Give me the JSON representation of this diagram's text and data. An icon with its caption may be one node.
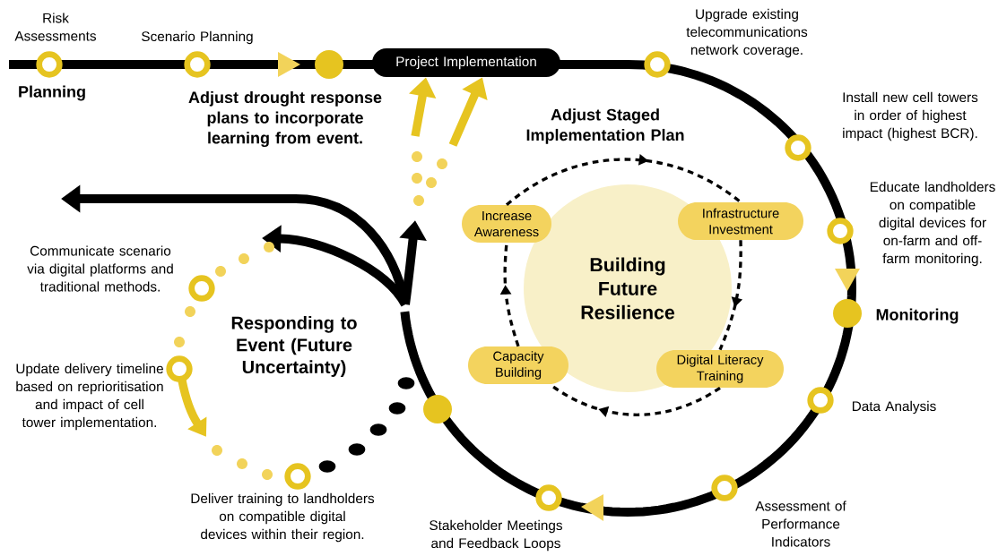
{
  "diagram": {
    "nodes": [
      {
        "text": [
          "Project Implementation"
        ]
      },
      {
        "text": [
          "Increase Awareness"
        ]
      },
      {
        "text": [
          "Infrastructure Investment"
        ]
      },
      {
        "text": [
          "Building Future Resilience"
        ]
      },
      {
        "text": [
          "Capacity Building"
        ]
      },
      {
        "text": [
          "Digital Literacy Training"
        ]
      }
    ],
    "edges": [
      {
        "from": 1,
        "to": 2,
        "arrow": "to",
        "style": "dashed"
      },
      {
        "from": 2,
        "to": 5,
        "arrow": "to",
        "style": "dashed"
      },
      {
        "from": 5,
        "to": 4,
        "arrow": "to",
        "style": "dashed"
      },
      {
        "from": 4,
        "to": 1,
        "arrow": "to",
        "style": "dashed"
      },
      {
        "from": null,
        "to": 0,
        "arrow": "to",
        "style": "thick",
        "color": "#e6c420"
      },
      {
        "from": null,
        "to": 0,
        "arrow": "to",
        "style": "thick",
        "color": "#e6c420"
      }
    ],
    "labels": [
      "Risk Assessments",
      "Scenario Planning",
      "Upgrade existing telecommunications network coverage.",
      "Planning",
      "Adjust drought response plans to incorporate learning from event.",
      "Adjust Staged Implementation Plan",
      "Install new cell towers in order of highest impact (highest BCR).",
      "Educate landholders on compatible digital devices for on-farm and off-farm monitoring.",
      "Communicate scenario via digital platforms and traditional methods.",
      "Monitoring",
      "Responding to Event (Future Uncertainty)",
      "Update delivery timeline based on reprioritisation and impact of cell tower implementation.",
      "Data Analysis",
      "Deliver training to landholders on compatible digital devices within their region.",
      "Stakeholder Meetings and Feedback Loops",
      "Assessment of Performance Indicators"
    ]
  }
}
